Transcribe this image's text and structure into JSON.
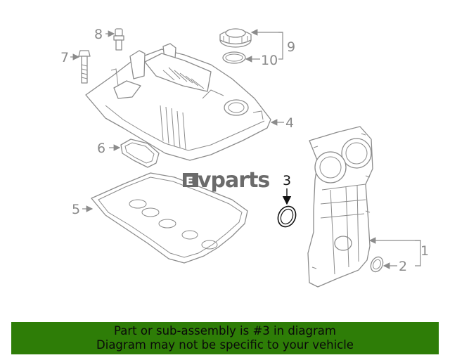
{
  "logo": {
    "text": "vparts",
    "mark": "E"
  },
  "callouts": {
    "c1": "1",
    "c2": "2",
    "c3": "3",
    "c4": "4",
    "c5": "5",
    "c6": "6",
    "c7": "7",
    "c8": "8",
    "c9": "9",
    "c10": "10"
  },
  "banner": {
    "line1": "Part or sub-assembly is #3 in diagram",
    "line2": "Diagram may not be specific to your vehicle",
    "color": "#2e7d07"
  },
  "highlight": {
    "callout": "3",
    "color": "#111111"
  }
}
